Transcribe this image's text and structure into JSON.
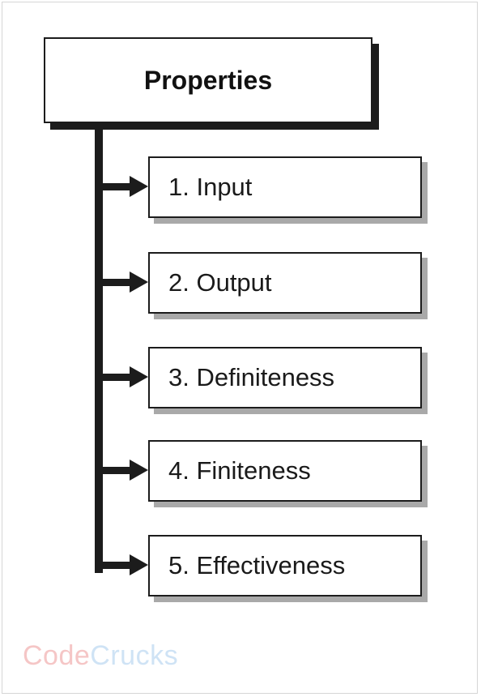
{
  "diagram": {
    "title": "Properties",
    "items": [
      {
        "label": "1. Input"
      },
      {
        "label": "2. Output"
      },
      {
        "label": "3. Definiteness"
      },
      {
        "label": "4. Finiteness"
      },
      {
        "label": "5. Effectiveness"
      }
    ]
  },
  "watermark": {
    "part1": "Code",
    "part2": "Crucks",
    "colors": {
      "part1": "#f5c6c6",
      "part2": "#cfe3f5"
    }
  },
  "colors": {
    "line": "#1c1c1c",
    "item_shadow": "#a9a9a9",
    "background": "#ffffff"
  }
}
